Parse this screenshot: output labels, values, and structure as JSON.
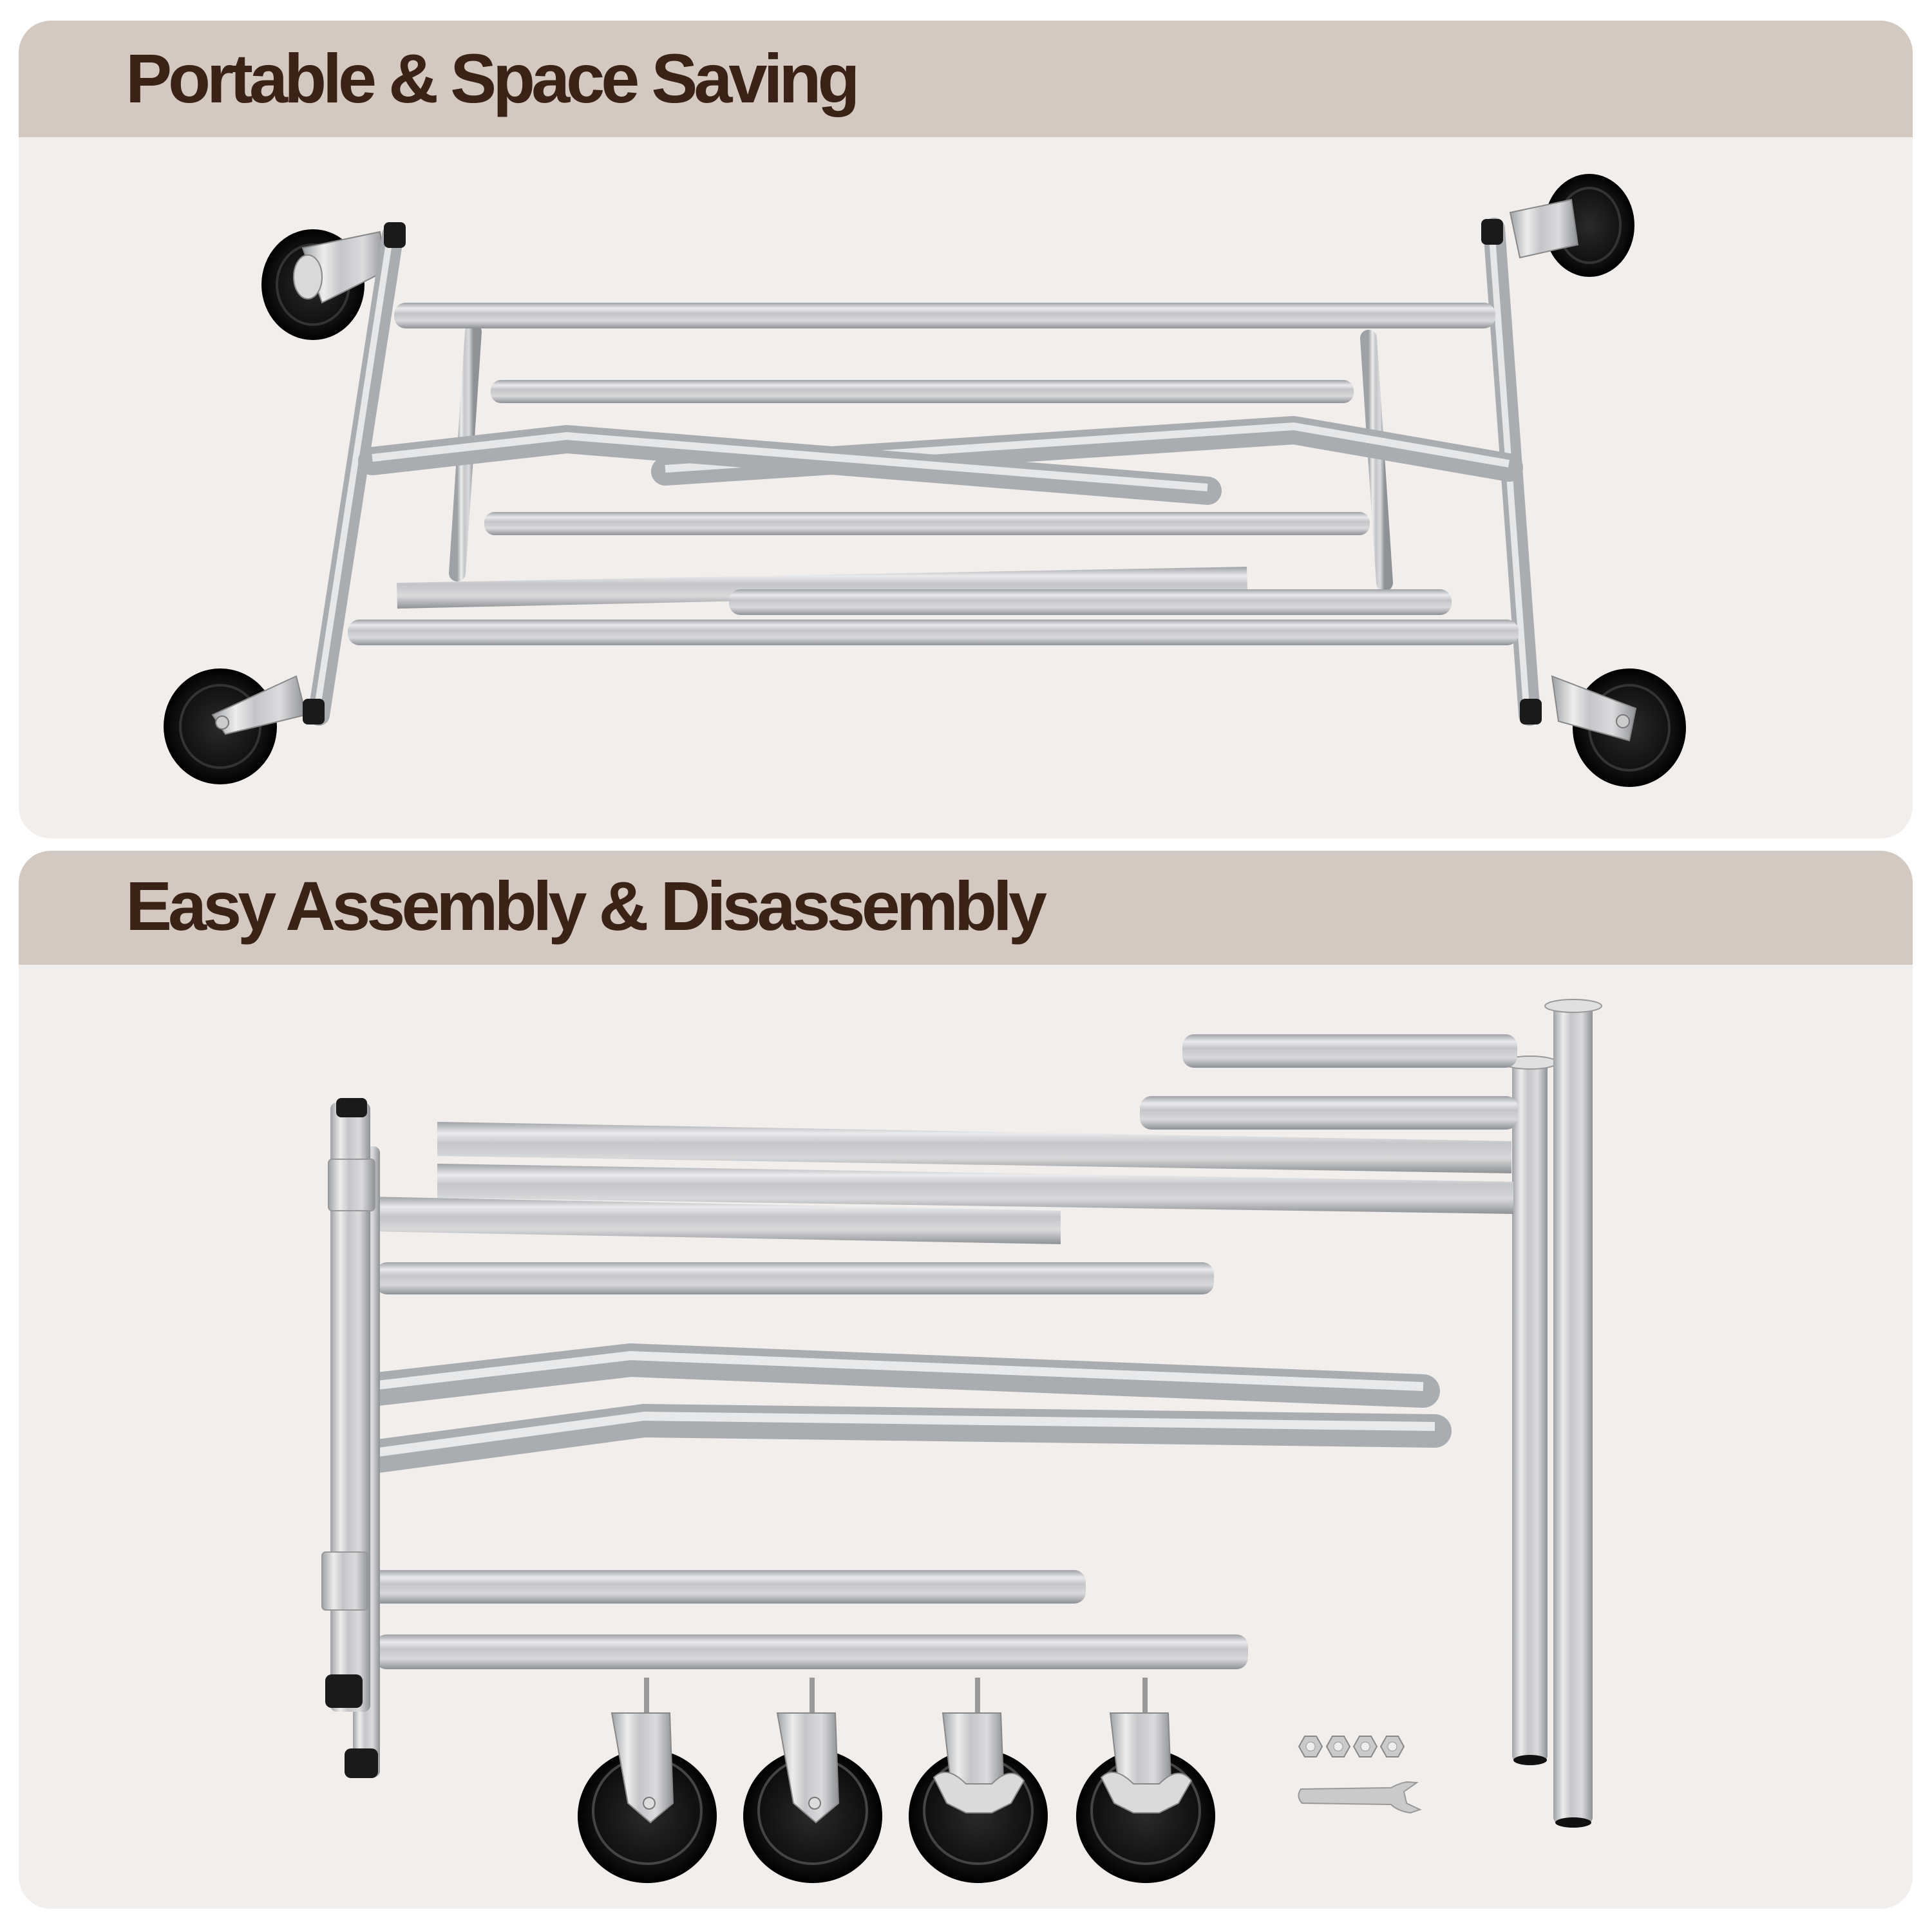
{
  "sections": [
    {
      "id": "portable",
      "title": "Portable & Space Saving",
      "image_description": "Folded chrome rolling garment rack with four caster wheels, shown from above"
    },
    {
      "id": "assembly",
      "title": "Easy Assembly & Disassembly",
      "image_description": "Disassembled garment rack parts: vertical posts, horizontal tubes, bent tubes, 4 caster wheels (2 with brakes), 4 hex nuts and a wrench"
    }
  ],
  "parts": {
    "caster_count": 4,
    "nut_count": 4,
    "wrench_count": 1
  },
  "colors": {
    "header_band": "#d3c9c0",
    "panel_body": "#f1eeec",
    "title_text": "#3a2216",
    "chrome": "#c4c6c9",
    "wheel": "#111111"
  }
}
